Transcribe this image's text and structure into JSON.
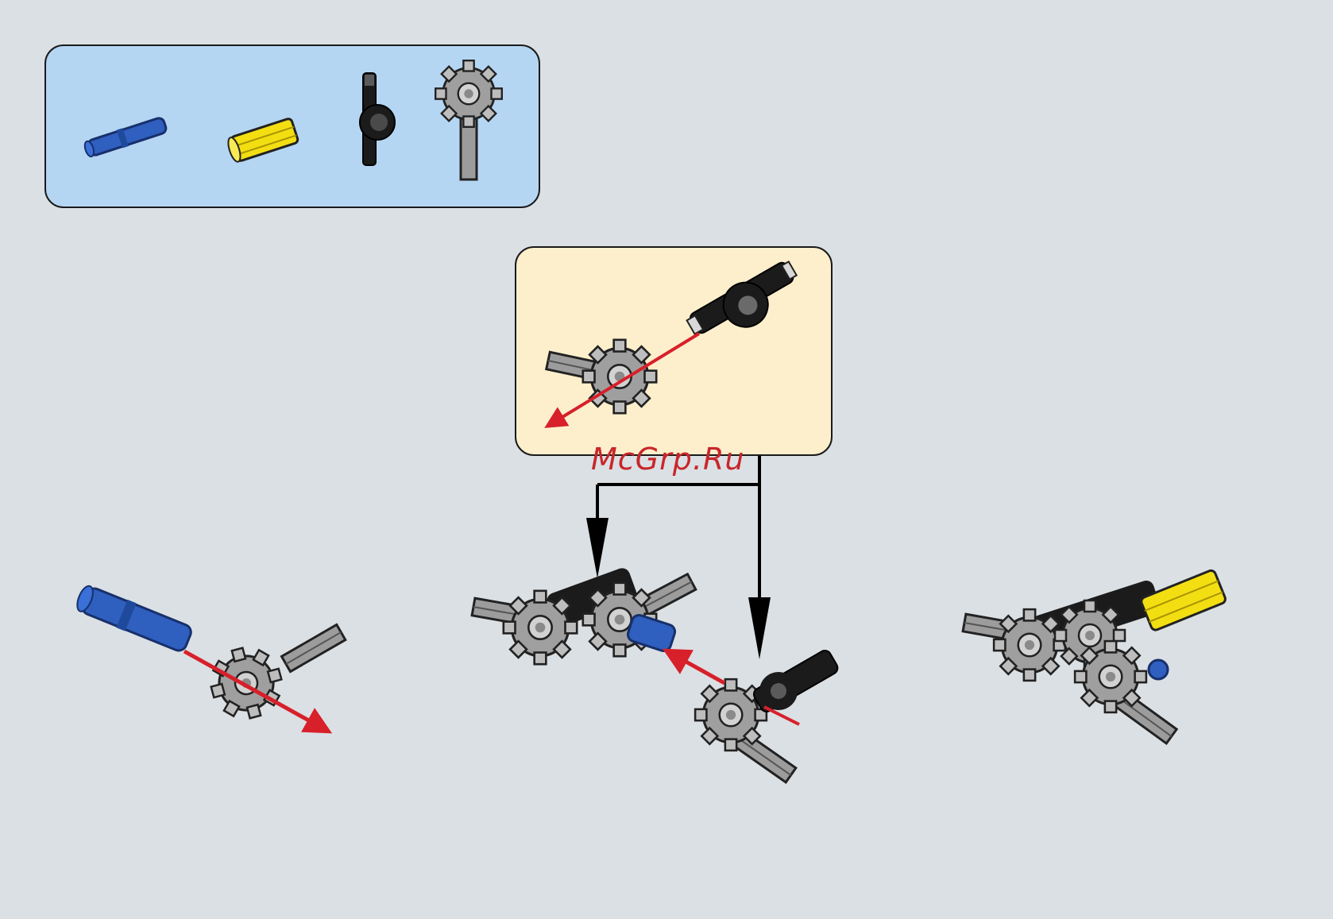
{
  "watermark": "McGrp.Ru",
  "colors": {
    "page_background": "#dbe0e4",
    "parts_box": "#b5d6f3",
    "subassembly_box": "#fdefcc",
    "brick_blue": "#2f5fbf",
    "brick_yellow": "#f3de12",
    "brick_black": "#1b1b1b",
    "brick_gray": "#a3a3a3",
    "arrow_red": "#d7202a"
  },
  "parts_list": [
    {
      "name": "blue-axle-pin"
    },
    {
      "name": "yellow-axle-connector"
    },
    {
      "name": "black-cross-block"
    },
    {
      "name": "gray-gear-with-axle"
    }
  ],
  "steps": [
    {
      "name": "insert-pin-into-gear"
    },
    {
      "name": "attach-subassembly-twice"
    },
    {
      "name": "completed-assembly"
    }
  ]
}
